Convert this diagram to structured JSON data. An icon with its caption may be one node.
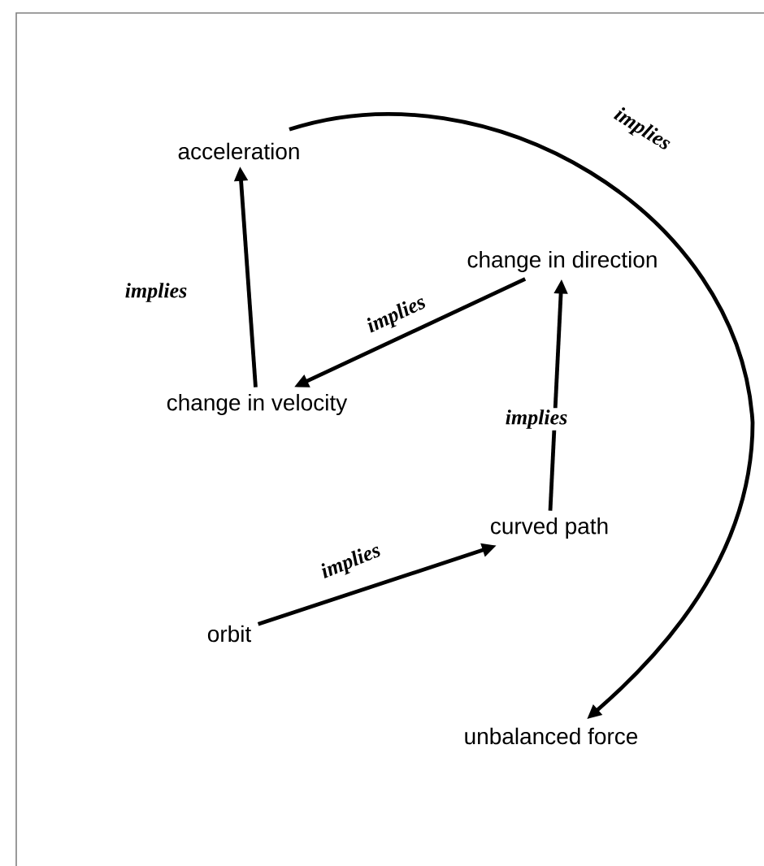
{
  "diagram": {
    "nodes": [
      {
        "text": [
          "acceleration"
        ]
      },
      {
        "text": [
          "change in direction"
        ]
      },
      {
        "text": [
          "change in velocity"
        ]
      },
      {
        "text": [
          "curved path"
        ]
      },
      {
        "text": [
          "orbit"
        ]
      },
      {
        "text": [
          "unbalanced force"
        ]
      }
    ],
    "edges": [
      {
        "from": 2,
        "to": 0,
        "arrow": "to",
        "label": "implies"
      },
      {
        "from": 1,
        "to": 2,
        "arrow": "to",
        "label": "implies"
      },
      {
        "from": 3,
        "to": 1,
        "arrow": "to",
        "label": "implies"
      },
      {
        "from": 4,
        "to": 3,
        "arrow": "to",
        "label": "implies"
      },
      {
        "from": 0,
        "to": 5,
        "arrow": "to",
        "label": "implies"
      }
    ]
  }
}
